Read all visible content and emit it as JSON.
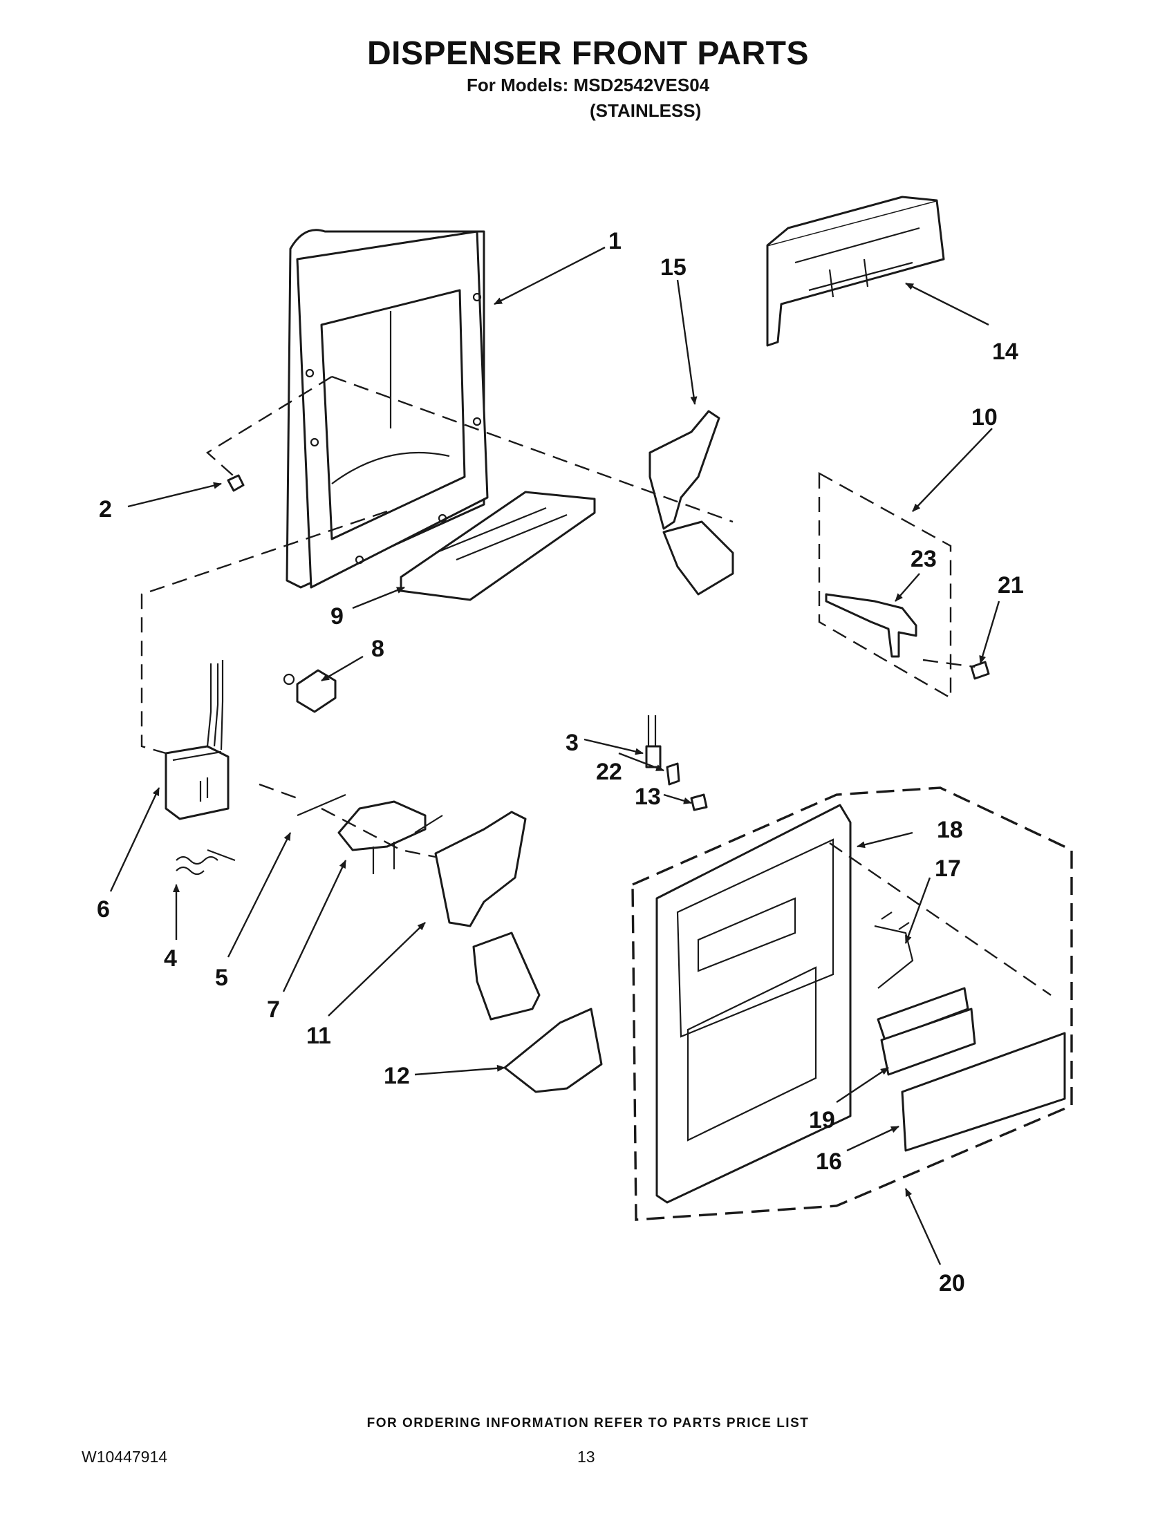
{
  "header": {
    "title": "DISPENSER FRONT PARTS",
    "models_line": "For Models: MSD2542VES04",
    "variant": "(STAINLESS)"
  },
  "callouts": [
    "1",
    "2",
    "3",
    "4",
    "5",
    "6",
    "7",
    "8",
    "9",
    "10",
    "11",
    "12",
    "13",
    "14",
    "15",
    "16",
    "17",
    "18",
    "19",
    "20",
    "21",
    "22",
    "23"
  ],
  "footer": {
    "ordering_note": "FOR ORDERING INFORMATION REFER TO PARTS PRICE LIST",
    "doc_number": "W10447914",
    "page_number": "13"
  }
}
